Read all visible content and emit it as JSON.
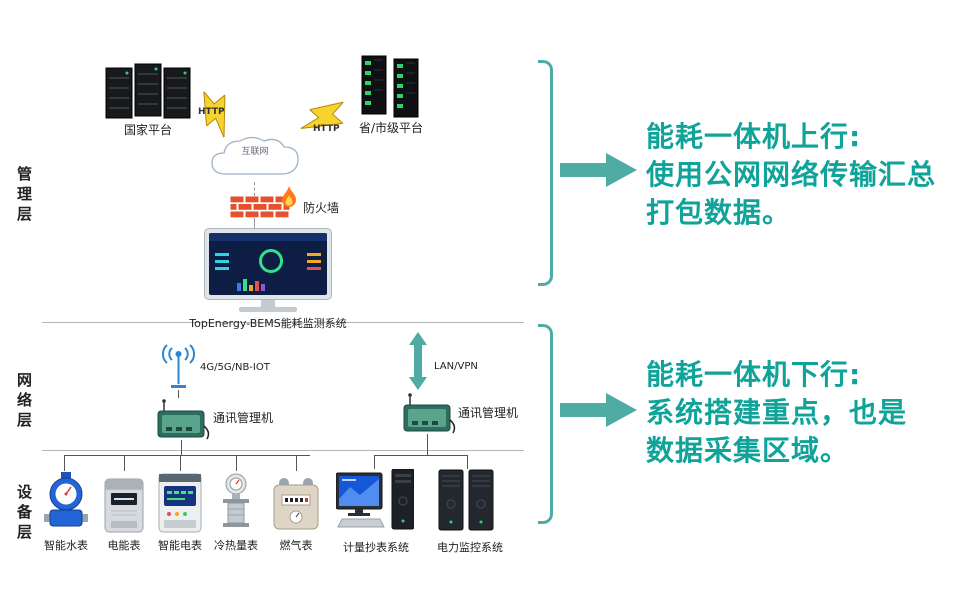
{
  "layers": {
    "management": "管理层",
    "network": "网络层",
    "device": "设备层"
  },
  "top": {
    "national_platform": "国家平台",
    "provincial_platform": "省/市级平台",
    "http_left": "HTTP",
    "http_right": "HTTP",
    "internet_label": "互联网",
    "firewall_label": "防火墙",
    "bems_label": "TopEnergy-BEMS能耗监测系统"
  },
  "network_layer": {
    "wireless_label": "4G/5G/NB-IOT",
    "left_manager_label": "通讯管理机",
    "lan_label": "LAN/VPN",
    "right_manager_label": "通讯管理机"
  },
  "devices": [
    {
      "label": "智能水表"
    },
    {
      "label": "电能表"
    },
    {
      "label": "智能电表"
    },
    {
      "label": "冷热量表"
    },
    {
      "label": "燃气表"
    },
    {
      "label": "计量抄表系统"
    },
    {
      "label": "电力监控系统"
    }
  ],
  "annotations": {
    "uplink": {
      "title": "能耗一体机上行:",
      "line1": "使用公网网络传输汇总",
      "line2": "打包数据。"
    },
    "downlink": {
      "title": "能耗一体机下行:",
      "line1": "系统搭建重点，也是",
      "line2": "数据采集区域。"
    }
  },
  "colors": {
    "accent": "#0FA39A",
    "arrow": "#4FACA5"
  }
}
